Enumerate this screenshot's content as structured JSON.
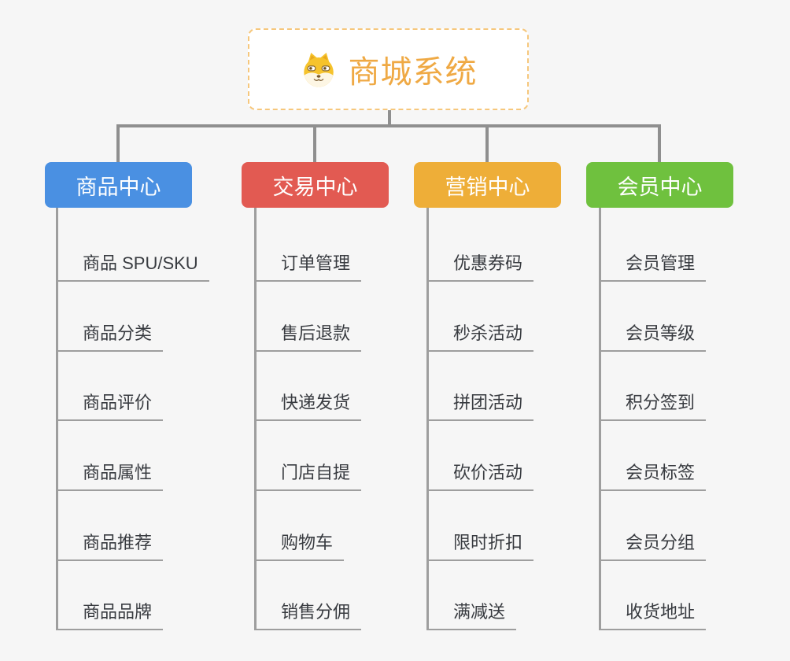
{
  "root": {
    "title": "商城系统",
    "icon": "shiba-dog-icon"
  },
  "branches": [
    {
      "label": "商品中心",
      "color": "#4a90e2",
      "items": [
        "商品 SPU/SKU",
        "商品分类",
        "商品评价",
        "商品属性",
        "商品推荐",
        "商品品牌"
      ]
    },
    {
      "label": "交易中心",
      "color": "#e25a52",
      "items": [
        "订单管理",
        "售后退款",
        "快递发货",
        "门店自提",
        "购物车",
        "销售分佣"
      ]
    },
    {
      "label": "营销中心",
      "color": "#eeae38",
      "items": [
        "优惠券码",
        "秒杀活动",
        "拼团活动",
        "砍价活动",
        "限时折扣",
        "满减送"
      ]
    },
    {
      "label": "会员中心",
      "color": "#6fc13e",
      "items": [
        "会员管理",
        "会员等级",
        "积分签到",
        "会员标签",
        "会员分组",
        "收货地址"
      ]
    }
  ],
  "colors": {
    "background": "#f6f6f6",
    "root_accent": "#efa944",
    "root_border": "#f6c77c",
    "tree_line": "#8f8f8f",
    "child_line": "#9e9e9e",
    "child_text": "#383b40"
  }
}
